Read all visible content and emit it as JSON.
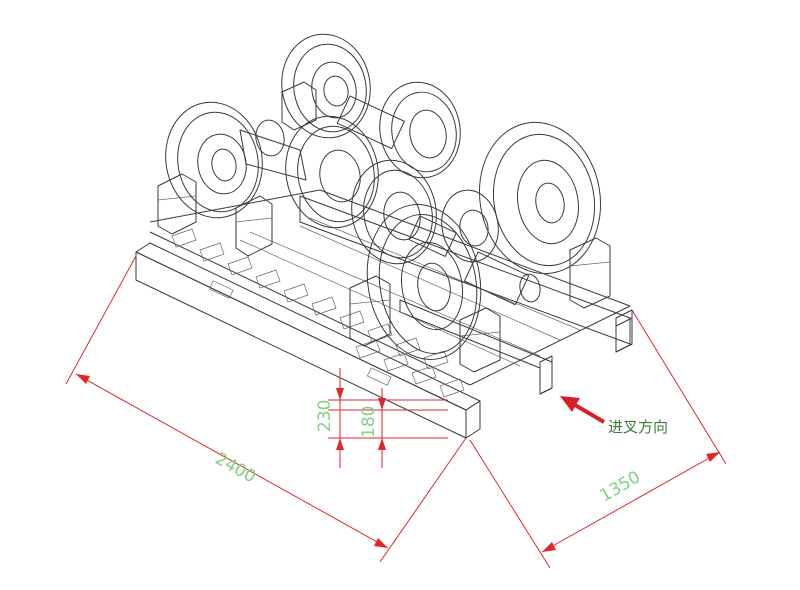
{
  "dimensions": {
    "length": "2400",
    "width": "1350",
    "height_total": "230",
    "height_inner": "180"
  },
  "annotations": {
    "fork_direction": "进叉方向"
  },
  "colors": {
    "line": "#3a3a3a",
    "dimension_line": "#e0262b",
    "dimension_text": "#7fd27f",
    "arrow": "#d91f26"
  }
}
